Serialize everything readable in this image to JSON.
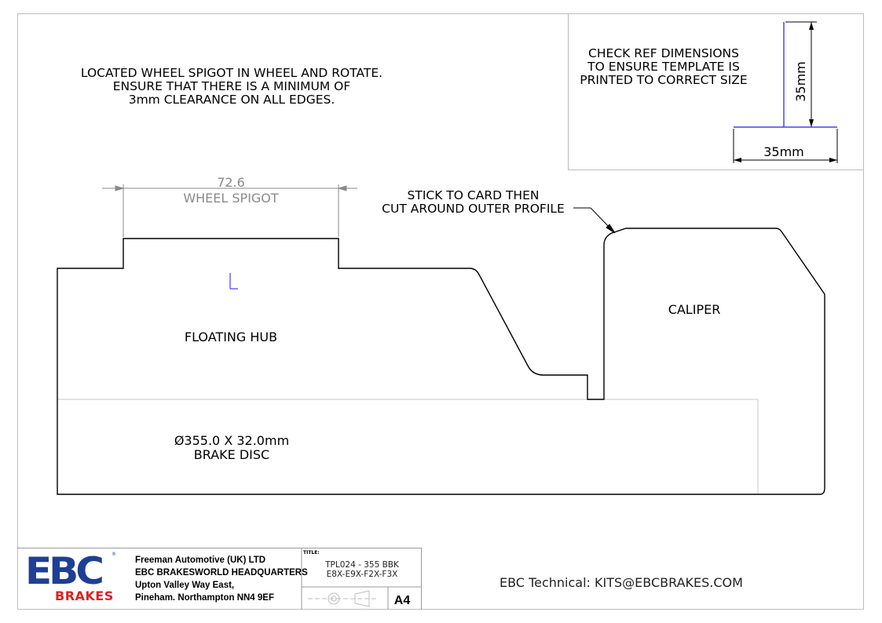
{
  "instructions": {
    "spigot_note": "LOCATED WHEEL SPIGOT IN WHEEL AND ROTATE.\nENSURE THAT THERE IS A MINIMUM OF\n3mm CLEARANCE ON ALL EDGES.",
    "cut_note": "STICK TO CARD THEN\nCUT AROUND OUTER PROFILE",
    "ref_note": "CHECK REF DIMENSIONS\nTO ENSURE TEMPLATE IS\nPRINTED TO CORRECT SIZE"
  },
  "dimensions": {
    "spigot_value": "72.6",
    "spigot_label": "WHEEL SPIGOT",
    "ref_vertical": "35mm",
    "ref_horizontal": "35mm"
  },
  "parts": {
    "hub": "FLOATING HUB",
    "caliper": "CALIPER",
    "disc": "Ø355.0 X 32.0mm\nBRAKE DISC"
  },
  "title_block": {
    "logo_text": "EBC",
    "logo_sub": "BRAKES",
    "logo_tm": "®",
    "company_lines": "Freeman Automotive (UK) LTD\nEBC BRAKESWORLD HEADQUARTERS\nUpton Valley Way East,\nPineham. Northampton NN4 9EF",
    "title_label": "TITLE:",
    "title_value": "TPL024 - 355 BBK\nE8X-E9X-F2X-F3X",
    "sheet_size": "A4"
  },
  "contact": "EBC Technical: KITS@EBCBRAKES.COM",
  "colors": {
    "logo_blue": "#1f3f95",
    "logo_red": "#e02020",
    "ref_line_blue": "#1a1aff",
    "dimension_grey": "#8a8a8a"
  }
}
